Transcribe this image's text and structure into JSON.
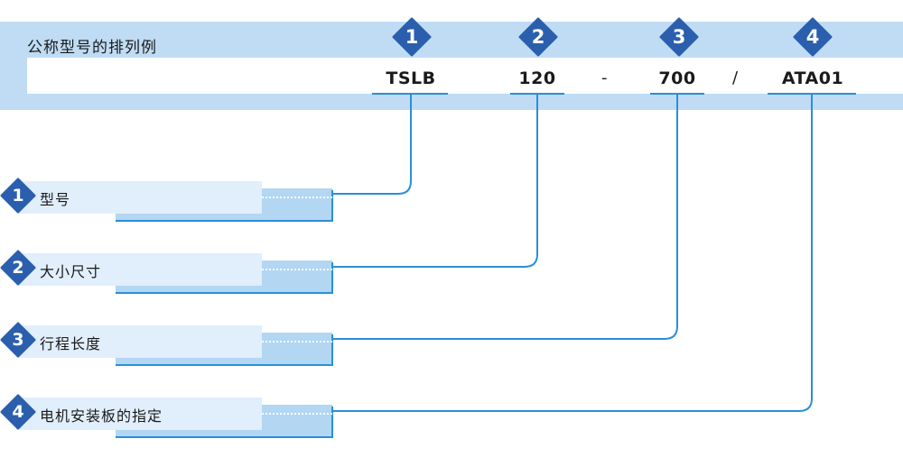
{
  "header": {
    "title": "公称型号的排列例"
  },
  "code": {
    "segments": [
      {
        "index": "1",
        "text": "TSLB"
      },
      {
        "index": "2",
        "text": "120"
      },
      {
        "index": "3",
        "text": "700"
      },
      {
        "index": "4",
        "text": "ATA01"
      }
    ],
    "separators": [
      "-",
      "/"
    ]
  },
  "legend": [
    {
      "index": "1",
      "label": "型号"
    },
    {
      "index": "2",
      "label": "大小尺寸"
    },
    {
      "index": "3",
      "label": "行程长度"
    },
    {
      "index": "4",
      "label": "电机安装板的指定"
    }
  ],
  "colors": {
    "band": "#bfdcf4",
    "diamond": "#2b5fae",
    "line": "#2a8fd8",
    "label_box": "#e1eefb",
    "label_shadow": "#b3d6f2"
  }
}
